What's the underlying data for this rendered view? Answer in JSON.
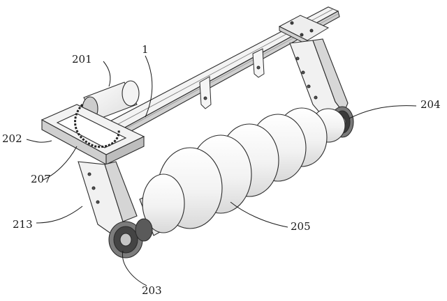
{
  "figure": {
    "labels": {
      "l1": "1",
      "l201": "201",
      "l202": "202",
      "l203": "203",
      "l204": "204",
      "l205": "205",
      "l207": "207",
      "l213": "213"
    }
  }
}
